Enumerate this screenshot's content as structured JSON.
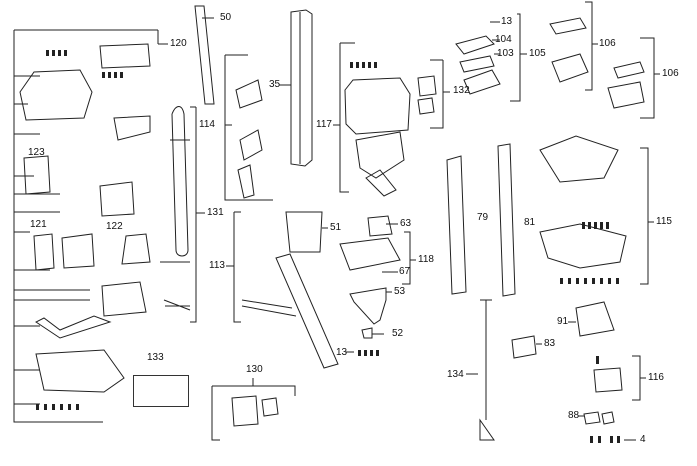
{
  "diagram": {
    "type": "exploded-parts-diagram",
    "line_color": "#222222",
    "part_numbers": {
      "p4": "4",
      "p13a": "13",
      "p13b": "13",
      "p35": "35",
      "p50": "50",
      "p51": "51",
      "p52": "52",
      "p53": "53",
      "p63": "63",
      "p67": "67",
      "p79": "79",
      "p81": "81",
      "p83": "83",
      "p88": "88",
      "p91": "91",
      "p103": "103",
      "p104": "104",
      "p105": "105",
      "p106a": "106",
      "p106b": "106",
      "p113": "113",
      "p114": "114",
      "p115": "115",
      "p116": "116",
      "p117": "117",
      "p118": "118",
      "p120": "120",
      "p121": "121",
      "p122": "122",
      "p123": "123",
      "p130": "130",
      "p131": "131",
      "p132": "132",
      "p133": "133",
      "p134": "134"
    }
  }
}
